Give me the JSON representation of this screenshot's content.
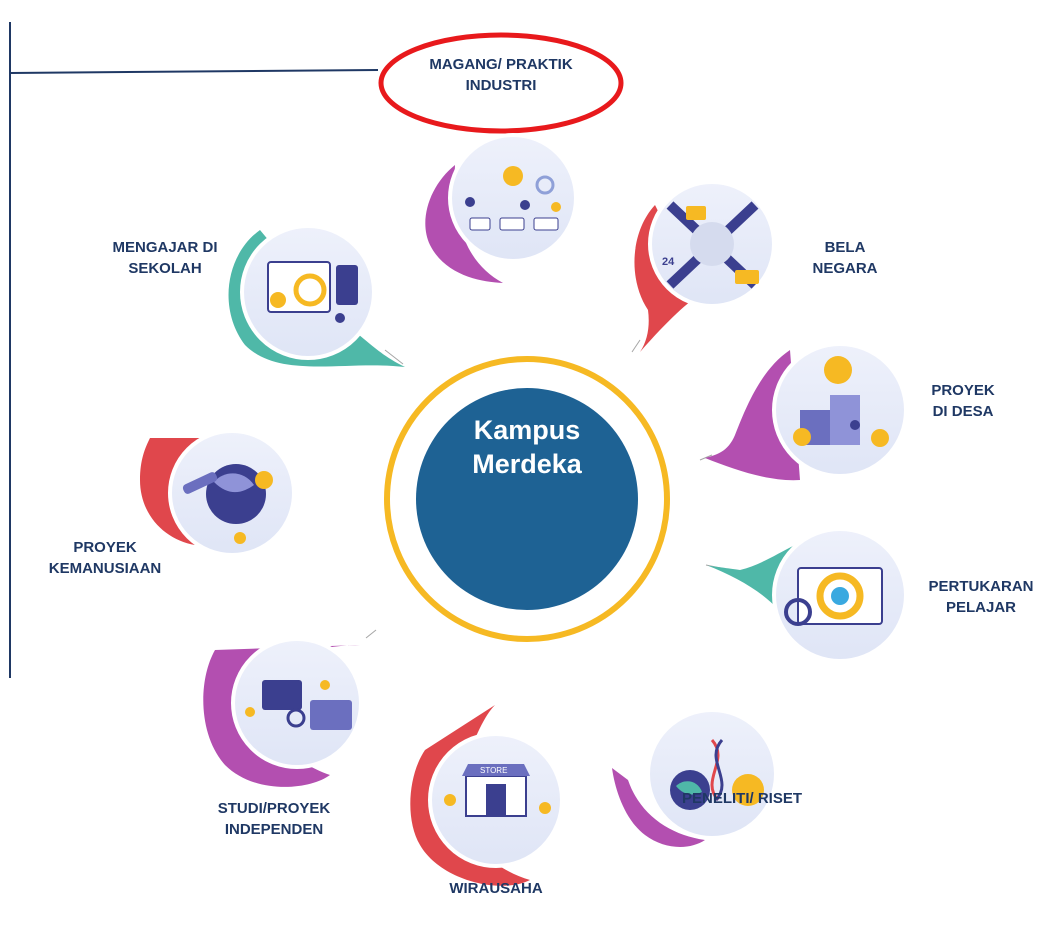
{
  "center": {
    "line1": "Kampus",
    "line2": "Merdeka"
  },
  "highlight": {
    "line1": "MAGANG/ PRAKTIK",
    "line2": "INDUSTRI"
  },
  "programs": [
    {
      "id": "magang",
      "label1": "MAGANG/ PRAKTIK",
      "label2": "INDUSTRI",
      "color": "#b34fb0",
      "icon": "internship-illustration"
    },
    {
      "id": "bela-negara",
      "label1": "BELA",
      "label2": "NEGARA",
      "color": "#e0474c",
      "icon": "defense-illustration"
    },
    {
      "id": "proyek-desa",
      "label1": "PROYEK",
      "label2": "DI DESA",
      "color": "#b34fb0",
      "icon": "village-project-illustration"
    },
    {
      "id": "pertukaran",
      "label1": "PERTUKARAN",
      "label2": "PELAJAR",
      "color": "#4fb8a8",
      "icon": "student-exchange-illustration"
    },
    {
      "id": "riset",
      "label1": "PENELITI/ RISET",
      "label2": "",
      "color": "#b34fb0",
      "icon": "research-illustration"
    },
    {
      "id": "wirausaha",
      "label1": "WIRAUSAHA",
      "label2": "",
      "color": "#e0474c",
      "icon": "entrepreneurship-illustration"
    },
    {
      "id": "studi",
      "label1": "STUDI/PROYEK",
      "label2": "INDEPENDEN",
      "color": "#b34fb0",
      "icon": "independent-study-illustration"
    },
    {
      "id": "kemanusiaan",
      "label1": "PROYEK",
      "label2": "KEMANUSIAAN",
      "color": "#e0474c",
      "icon": "humanitarian-illustration"
    },
    {
      "id": "mengajar",
      "label1": "MENGAJAR DI",
      "label2": "SEKOLAH",
      "color": "#4fb8a8",
      "icon": "teaching-illustration"
    }
  ],
  "colors": {
    "center_fill": "#1e6294",
    "center_ring": "#f6b923",
    "highlight_ellipse": "#e8191c",
    "connector": "#1f3864",
    "label_text": "#1f3864"
  }
}
